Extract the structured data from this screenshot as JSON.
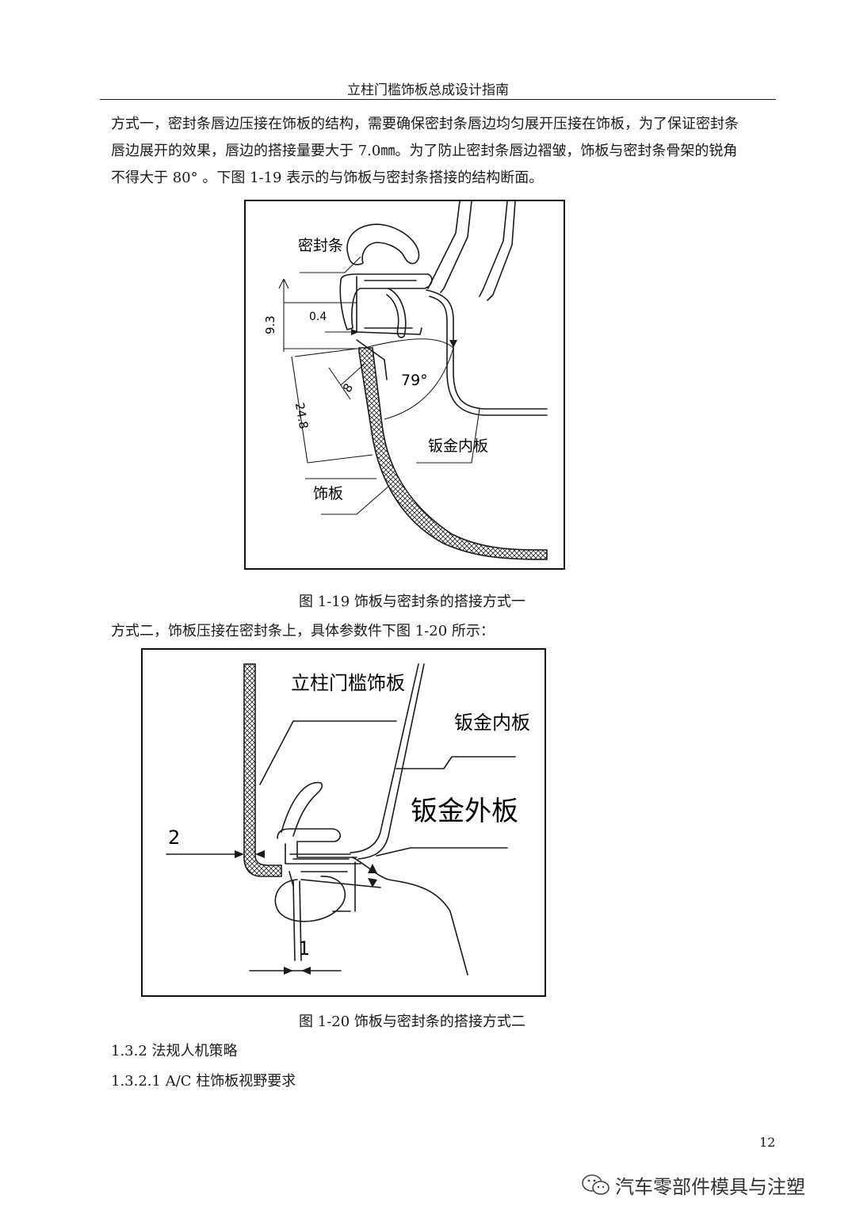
{
  "header": {
    "title": "立柱门槛饰板总成设计指南"
  },
  "body": {
    "paragraph1_lines": [
      "方式一，密封条唇边压接在饰板的结构，需要确保密封条唇边均匀展开压接在饰板，为了保证密封条",
      "唇边展开的效果，唇边的搭接量要大于 7.0㎜。为了防止密封条唇边褶皱，饰板与密封条骨架的锐角",
      "不得大于 80°  。下图 1-19 表示的与饰板与密封条搭接的结构断面。"
    ],
    "paragraph2": "方式二，饰板压接在密封条上，具体参数件下图 1-20 所示："
  },
  "figure1": {
    "caption": "图 1-19 饰板与密封条的搭接方式一",
    "labels": {
      "seal": "密封条",
      "sheet_inner": "钣金内板",
      "trim": "饰板"
    },
    "dims": {
      "d1": "9.3",
      "d2": "0.4",
      "d3": "8",
      "d4": "24.8",
      "angle": "79°"
    }
  },
  "figure2": {
    "caption": "图 1-20 饰板与密封条的搭接方式二",
    "labels": {
      "pillar_trim": "立柱门槛饰板",
      "sheet_inner": "钣金内板",
      "sheet_outer": "钣金外板"
    },
    "dims": {
      "d1": "2",
      "d2": "1"
    }
  },
  "section": {
    "h1": "1.3.2 法规人机策略",
    "h2": "1.3.2.1 A/C 柱饰板视野要求"
  },
  "footer": {
    "page_number": "12",
    "watermark": "汽车零部件模具与注塑",
    "watermark_icon": "wechat-icon"
  }
}
